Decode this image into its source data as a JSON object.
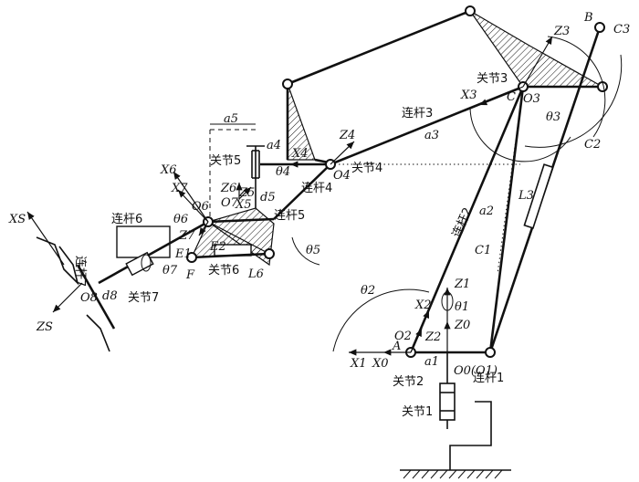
{
  "labels": {
    "joint1": "关节1",
    "joint2": "关节2",
    "joint3": "关节3",
    "joint4": "关节4",
    "joint5": "关节5",
    "joint6": "关节6",
    "joint7": "关节7",
    "link1": "连杆1",
    "link2": "连杆2",
    "link3": "连杆3",
    "link4": "连杆4",
    "link5": "连杆5",
    "link6": "连杆6",
    "link7": "连杆7",
    "O0O1": "O0(O1)",
    "O2": "O2",
    "O3": "O3",
    "O4": "O4",
    "O6": "O6",
    "O7": "O7",
    "O8": "O8",
    "A": "A",
    "B": "B",
    "C": "C",
    "C1": "C1",
    "C2": "C2",
    "C3": "C3",
    "E1": "E1",
    "E2": "E2",
    "F": "F",
    "X0": "X0",
    "X1": "X1",
    "X2": "X2",
    "X3": "X3",
    "X4": "X4",
    "X5": "X5",
    "X6": "X6",
    "X7": "X7",
    "XS": "XS",
    "Z0": "Z0",
    "Z1": "Z1",
    "Z2": "Z2",
    "Z3": "Z3",
    "Z4": "Z4",
    "Z5": "Z5",
    "Z6": "Z6",
    "Z7": "Z7",
    "ZS": "ZS",
    "a1": "a1",
    "a2": "a2",
    "a3": "a3",
    "a4": "a4",
    "a5": "a5",
    "d5": "d5",
    "d8": "d8",
    "L3": "L3",
    "L6": "L6",
    "theta1": "θ1",
    "theta2": "θ2",
    "theta3": "θ3",
    "theta4": "θ4",
    "theta5": "θ5",
    "theta6": "θ6",
    "theta7": "θ7"
  }
}
